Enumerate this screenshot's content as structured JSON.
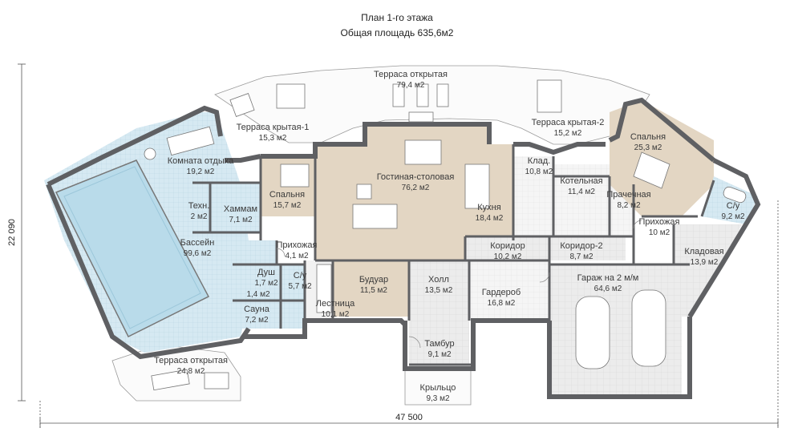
{
  "header": {
    "title": "План 1-го этажа",
    "subtitle": "Общая площадь 635,6м2"
  },
  "dimensions": {
    "width": "47 500",
    "height": "22 090"
  },
  "rooms": [
    {
      "key": "terrace_open_top",
      "name": "Терраса открытая",
      "area": "79,4 м2"
    },
    {
      "key": "terrace_cov1",
      "name": "Терраса крытая-1",
      "area": "15,3 м2"
    },
    {
      "key": "terrace_cov2",
      "name": "Терраса крытая-2",
      "area": "15,2 м2"
    },
    {
      "key": "rest_room",
      "name": "Комната отдыха",
      "area": "19,2 м2"
    },
    {
      "key": "bedroom_left",
      "name": "Спальня",
      "area": "15,7 м2"
    },
    {
      "key": "living",
      "name": "Гостиная-столовая",
      "area": "76,2 м2"
    },
    {
      "key": "storage_small",
      "name": "Клад.",
      "area": "10,8 м2"
    },
    {
      "key": "boiler",
      "name": "Котельная",
      "area": "11,4 м2"
    },
    {
      "key": "bedroom_right",
      "name": "Спальня",
      "area": "25,3 м2"
    },
    {
      "key": "laundry",
      "name": "Прачечная",
      "area": "8,2 м2"
    },
    {
      "key": "wc_right",
      "name": "С/у",
      "area": "9,2 м2"
    },
    {
      "key": "tech",
      "name": "Техн.",
      "area": "2 м2"
    },
    {
      "key": "hammam",
      "name": "Хаммам",
      "area": "7,1 м2"
    },
    {
      "key": "kitchen",
      "name": "Кухня",
      "area": "18,4 м2"
    },
    {
      "key": "hall_right",
      "name": "Прихожая",
      "area": "10 м2"
    },
    {
      "key": "pool",
      "name": "Бассейн",
      "area": "99,6 м2"
    },
    {
      "key": "hall_left",
      "name": "Прихожая",
      "area": "4,1 м2"
    },
    {
      "key": "corridor",
      "name": "Коридор",
      "area": "10,2 м2"
    },
    {
      "key": "corridor2",
      "name": "Коридор-2",
      "area": "8,7 м2"
    },
    {
      "key": "pantry",
      "name": "Кладовая",
      "area": "13,9 м2"
    },
    {
      "key": "shower",
      "name": "Душ",
      "area": "1,7 м2"
    },
    {
      "key": "wc_left",
      "name": "С/у",
      "area": "5,7 м2"
    },
    {
      "key": "small_room",
      "name": "",
      "area": "1,4 м2"
    },
    {
      "key": "boudoir",
      "name": "Будуар",
      "area": "11,5 м2"
    },
    {
      "key": "foyer",
      "name": "Холл",
      "area": "13,5 м2"
    },
    {
      "key": "garage",
      "name": "Гараж на 2 м/м",
      "area": "64,6 м2"
    },
    {
      "key": "sauna",
      "name": "Сауна",
      "area": "7,2 м2"
    },
    {
      "key": "stairs",
      "name": "Лестница",
      "area": "10,1 м2"
    },
    {
      "key": "wardrobe",
      "name": "Гардероб",
      "area": "16,8 м2"
    },
    {
      "key": "vestibule",
      "name": "Тамбур",
      "area": "9,1 м2"
    },
    {
      "key": "terrace_open_bottom",
      "name": "Терраса открытая",
      "area": "24,8 м2"
    },
    {
      "key": "porch",
      "name": "Крыльцо",
      "area": "9,3 м2"
    }
  ],
  "colors": {
    "wall": "#5f6063",
    "tile_blue": "#d6e9f2",
    "wood": "#e4d8c6",
    "gray_tile": "#e6e6e6",
    "light_tile": "#f3f3f3",
    "pool_water": "#bcdcea"
  }
}
